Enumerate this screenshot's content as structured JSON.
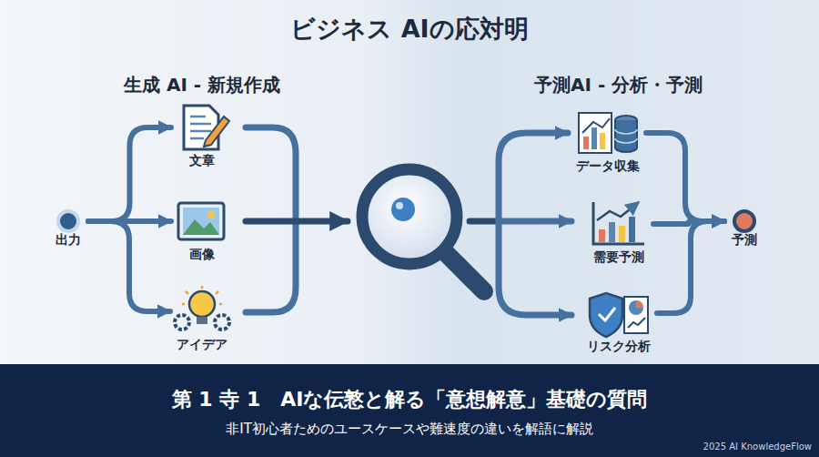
{
  "diagram": {
    "title": "ビジネス AIの応対明",
    "nodes": [
      {
        "text": [
          "出力"
        ]
      },
      {
        "text": [
          "文章"
        ]
      },
      {
        "text": [
          "画像"
        ]
      },
      {
        "text": [
          "アイデア"
        ]
      },
      {
        "text": [
          "データ収集"
        ]
      },
      {
        "text": [
          "需要予測"
        ]
      },
      {
        "text": [
          "リスク分析"
        ]
      },
      {
        "text": [
          "予測"
        ]
      },
      {
        "text": [
          "第 1 寺 1　AIな伝憝と解る「意想解意」基礎の質問",
          "非IT初心者ためのユースケースや難速度の違いを解語に解説"
        ]
      }
    ],
    "edges": [
      {
        "from": 0,
        "to": 1,
        "arrow": "to"
      },
      {
        "from": 0,
        "to": 2,
        "arrow": "to"
      },
      {
        "from": 0,
        "to": 3,
        "arrow": "to"
      },
      {
        "from": 4,
        "to": 7,
        "arrow": "to"
      },
      {
        "from": 5,
        "to": 7,
        "arrow": "to"
      },
      {
        "from": 6,
        "to": 7,
        "arrow": "to"
      }
    ],
    "labels": [
      "生成 AI - 新規作成",
      "予測AI - 分析・予測",
      "2025 AI KnowledgeFlow"
    ]
  }
}
